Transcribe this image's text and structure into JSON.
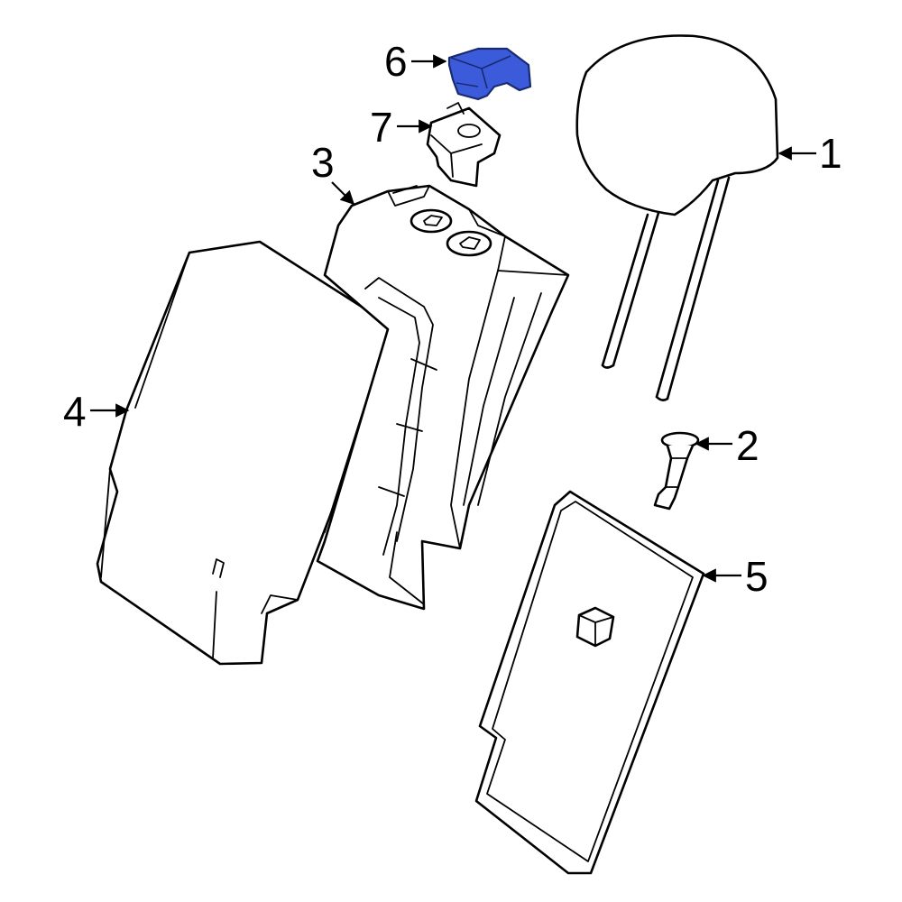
{
  "diagram": {
    "highlight_color": "#3b5bdb",
    "line_color": "#000000",
    "background": "#ffffff"
  },
  "callouts": [
    {
      "id": "1",
      "label": "1",
      "part": "headrest"
    },
    {
      "id": "2",
      "label": "2",
      "part": "headrest-guide"
    },
    {
      "id": "3",
      "label": "3",
      "part": "seat-back-frame"
    },
    {
      "id": "4",
      "label": "4",
      "part": "seat-back-cushion"
    },
    {
      "id": "5",
      "label": "5",
      "part": "back-panel"
    },
    {
      "id": "6",
      "label": "6",
      "part": "release-cover"
    },
    {
      "id": "7",
      "label": "7",
      "part": "release-bracket"
    }
  ]
}
